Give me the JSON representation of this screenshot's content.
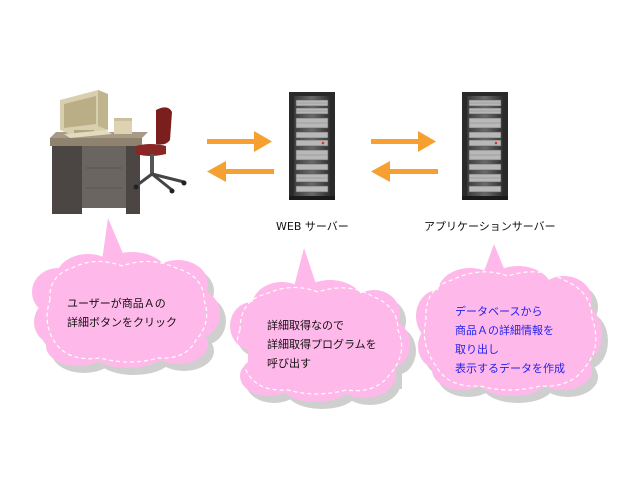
{
  "nodes": {
    "client": {
      "icon": "desktop-workstation-icon"
    },
    "web_server": {
      "label": "WEB サーバー",
      "icon": "server-tower-icon"
    },
    "app_server": {
      "label": "アプリケーションサーバー",
      "icon": "server-tower-icon"
    }
  },
  "bubbles": {
    "client": {
      "lines": [
        "ユーザーが商品Ａの",
        "詳細ボタンをクリック"
      ]
    },
    "web": {
      "lines": [
        "詳細取得なので",
        "詳細取得プログラムを",
        "呼び出す"
      ]
    },
    "app": {
      "lines": [
        "データベースから",
        "商品Ａの詳細情報を",
        "取り出し",
        "表示するデータを作成"
      ]
    }
  },
  "colors": {
    "bubble_fill": "#ffb8ea",
    "bubble_shadow": "#cfcfcf",
    "bubble_dash": "#ffffff",
    "arrow": "#f5a030",
    "app_text": "#2222ee",
    "text": "#111111"
  }
}
